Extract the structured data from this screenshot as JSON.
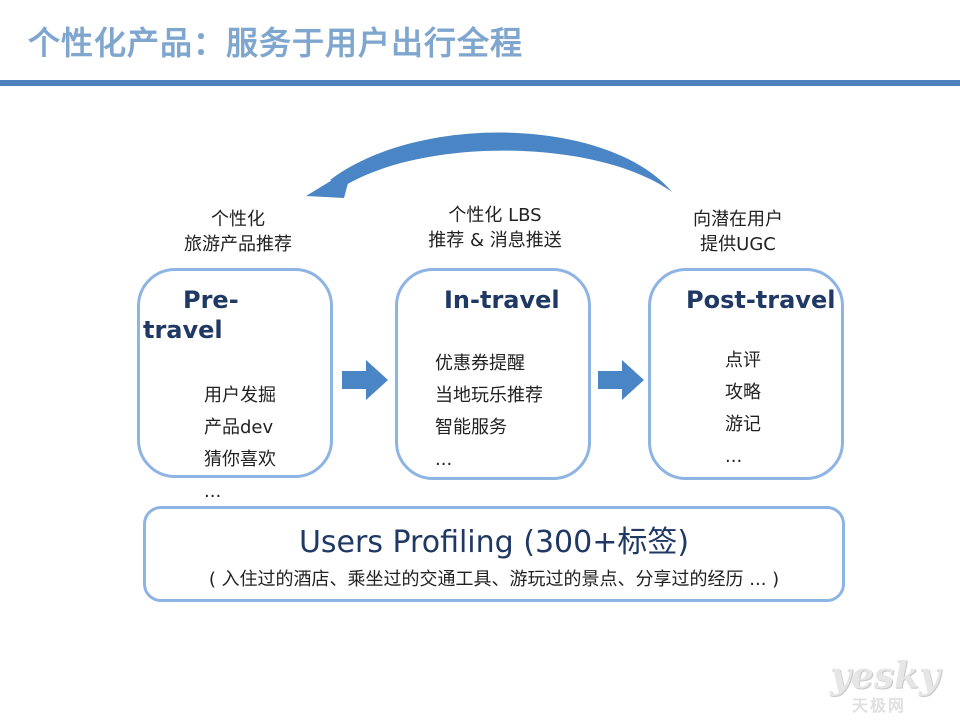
{
  "title": "个性化产品：服务于用户出行全程",
  "captions": {
    "pre": [
      "个性化",
      "旅游产品推荐"
    ],
    "in": [
      "个性化 LBS",
      "推荐 & 消息推送"
    ],
    "post": [
      "向潜在用户",
      "提供UGC"
    ]
  },
  "stages": [
    {
      "title_line1": "Pre-",
      "title_line2": "travel",
      "items": [
        "用户发掘",
        "产品dev",
        "猜你喜欢",
        "..."
      ]
    },
    {
      "title": "In-travel",
      "items": [
        "优惠券提醒",
        "当地玩乐推荐",
        "智能服务",
        "..."
      ]
    },
    {
      "title": "Post-travel",
      "items": [
        "点评",
        "攻略",
        "游记",
        "..."
      ]
    }
  ],
  "profiling": {
    "title": "Users Profiling (300+标签)",
    "detail": "( 入住过的酒店、乘坐过的交通工具、游玩过的景点、分享过的经历 ... )"
  },
  "watermark": {
    "word": "yesky",
    "sub": "天极网"
  },
  "colors": {
    "title": "#7fa6cf",
    "rule": "#4f81bd",
    "border": "#8eb4e3",
    "arrow": "#4a86c5",
    "stage_title": "#1f3864"
  },
  "icons": {
    "cycle_arrow": "curved-left-arrow-icon",
    "flow_arrow": "right-arrow-icon"
  }
}
